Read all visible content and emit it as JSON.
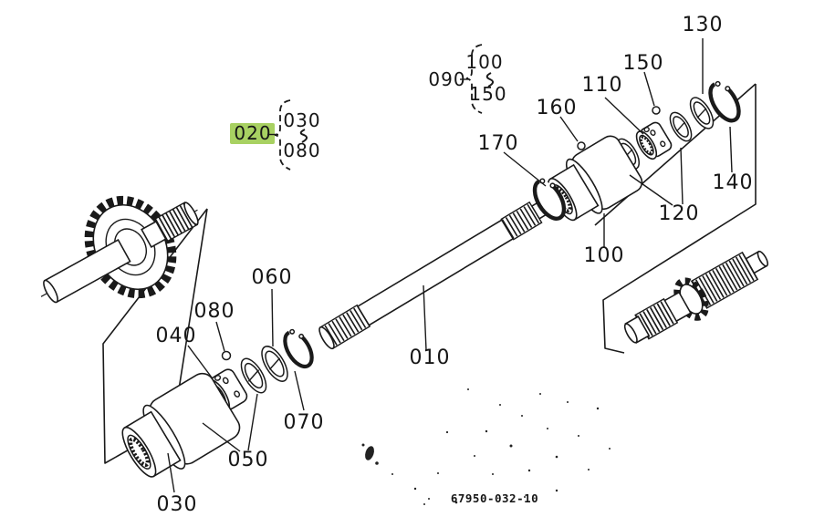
{
  "drawing_number": "67950-032-10",
  "highlight_color": "#a8d162",
  "selected_part": "020",
  "labels": {
    "p010": "010",
    "p020": "020",
    "p030": "030",
    "p040": "040",
    "p050": "050",
    "p060": "060",
    "p070": "070",
    "p080": "080",
    "p090": "090",
    "p100": "100",
    "p110": "110",
    "p120": "120",
    "p130": "130",
    "p140": "140",
    "p150": "150",
    "p160": "160",
    "p170": "170"
  },
  "bracket_groups": [
    {
      "owner": "020",
      "from": "030",
      "to": "080"
    },
    {
      "owner": "090",
      "from": "100",
      "to": "150"
    }
  ]
}
